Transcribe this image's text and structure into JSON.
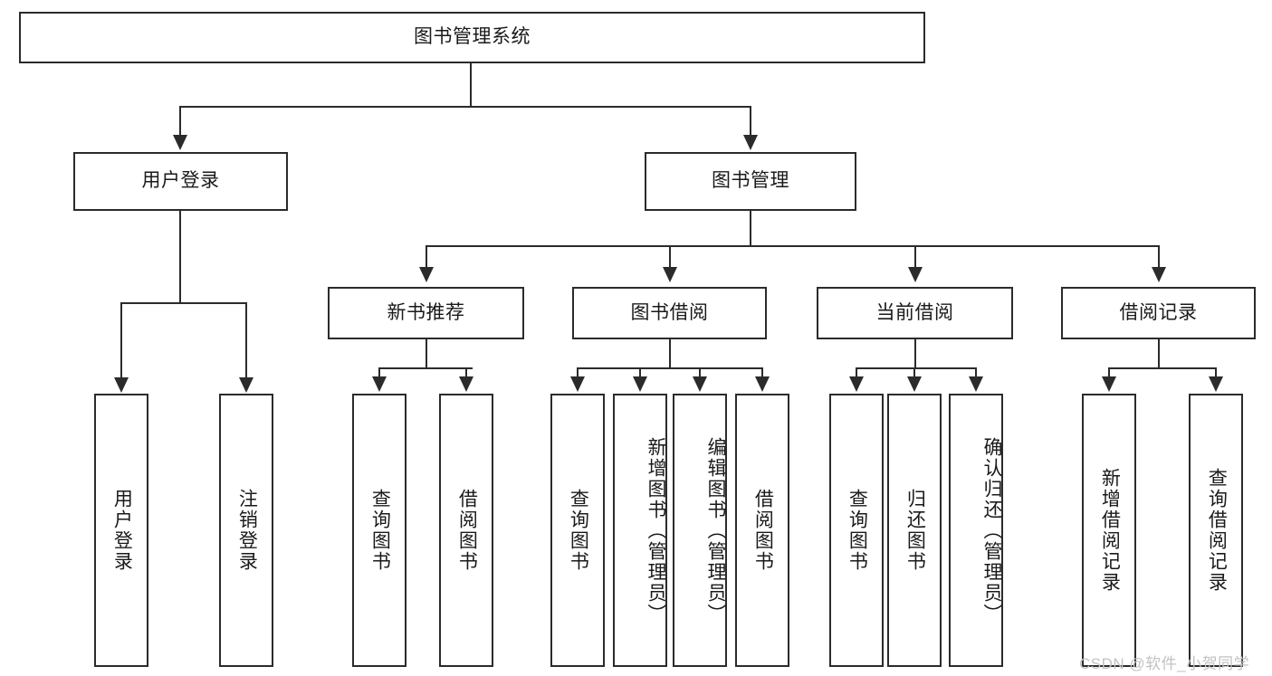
{
  "diagram": {
    "title": "图书管理系统",
    "type": "hierarchy-tree",
    "root": {
      "label": "图书管理系统"
    },
    "level2": [
      {
        "label": "用户登录"
      },
      {
        "label": "图书管理"
      }
    ],
    "level3": [
      {
        "label": "新书推荐"
      },
      {
        "label": "图书借阅"
      },
      {
        "label": "当前借阅"
      },
      {
        "label": "借阅记录"
      }
    ],
    "leaves": {
      "user_login": [
        {
          "label": "用户登录"
        },
        {
          "label": "注销登录"
        }
      ],
      "new_book_recommend": [
        {
          "label": "查询图书"
        },
        {
          "label": "借阅图书"
        }
      ],
      "book_borrow": [
        {
          "label": "查询图书"
        },
        {
          "label": "新增图书（管理员）"
        },
        {
          "label": "编辑图书（管理员）"
        },
        {
          "label": "借阅图书"
        }
      ],
      "current_borrow": [
        {
          "label": "查询图书"
        },
        {
          "label": "归还图书"
        },
        {
          "label": "确认归还（管理员）"
        }
      ],
      "borrow_record": [
        {
          "label": "新增借阅记录"
        },
        {
          "label": "查询借阅记录"
        }
      ]
    }
  },
  "watermark": {
    "text": "CSDN @软件_小贺同学",
    "color": "#c2c2c2"
  },
  "colors": {
    "stroke": "#2b2b2b",
    "background": "#ffffff",
    "text": "#1a1a1a"
  }
}
